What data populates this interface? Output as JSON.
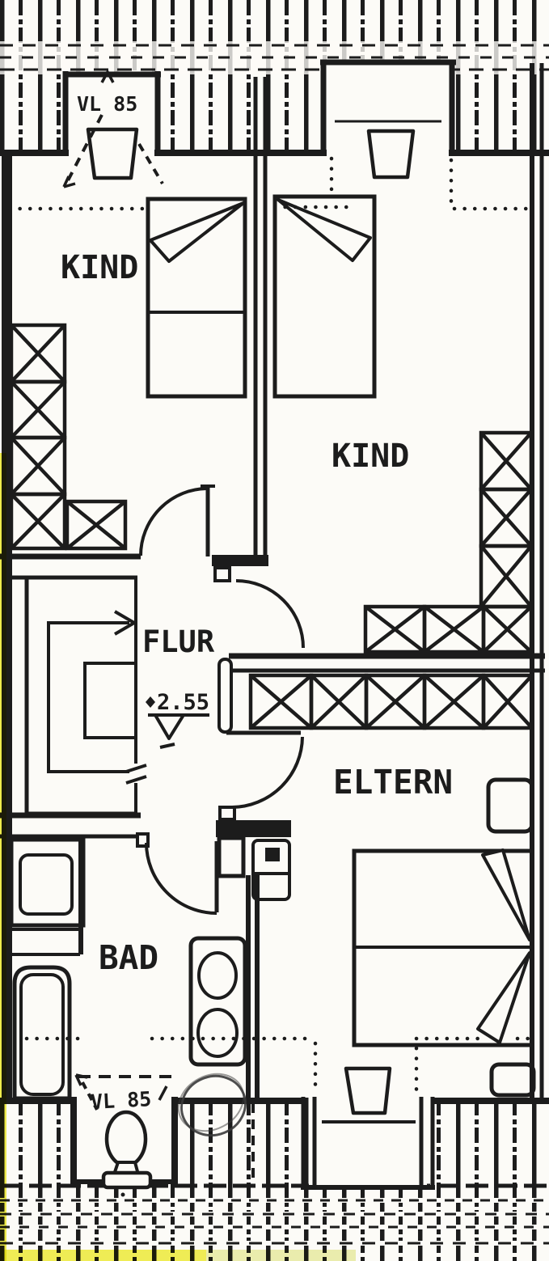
{
  "document": {
    "kind": "scanned architectural floor plan (attic storey)",
    "language": "de"
  },
  "rooms": [
    {
      "id": "kind-left",
      "label": "KIND"
    },
    {
      "id": "kind-right",
      "label": "KIND"
    },
    {
      "id": "flur",
      "label": "FLUR"
    },
    {
      "id": "eltern",
      "label": "ELTERN"
    },
    {
      "id": "bad",
      "label": "BAD"
    }
  ],
  "annotations": {
    "skylight_top": "VL 85",
    "skylight_bottom": "VL 85",
    "floor_level_value": "2.55",
    "floor_level_marker": "+",
    "stair_direction": "up-arrow"
  },
  "colors": {
    "ink": "#1c1c1c",
    "paper": "#fcfbf7",
    "highlight": "#f0ee3a",
    "highlight_soft": "#e9eda0"
  }
}
